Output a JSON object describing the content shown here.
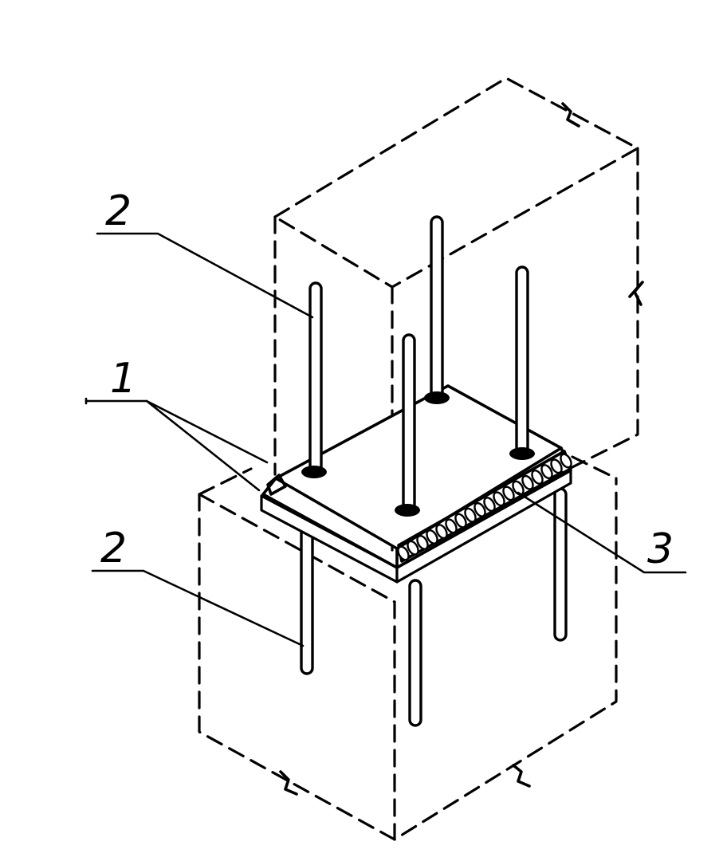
{
  "labels": {
    "anchor_bar_upper": "2",
    "plate": "1",
    "anchor_bar_lower": "2",
    "weld": "3"
  }
}
